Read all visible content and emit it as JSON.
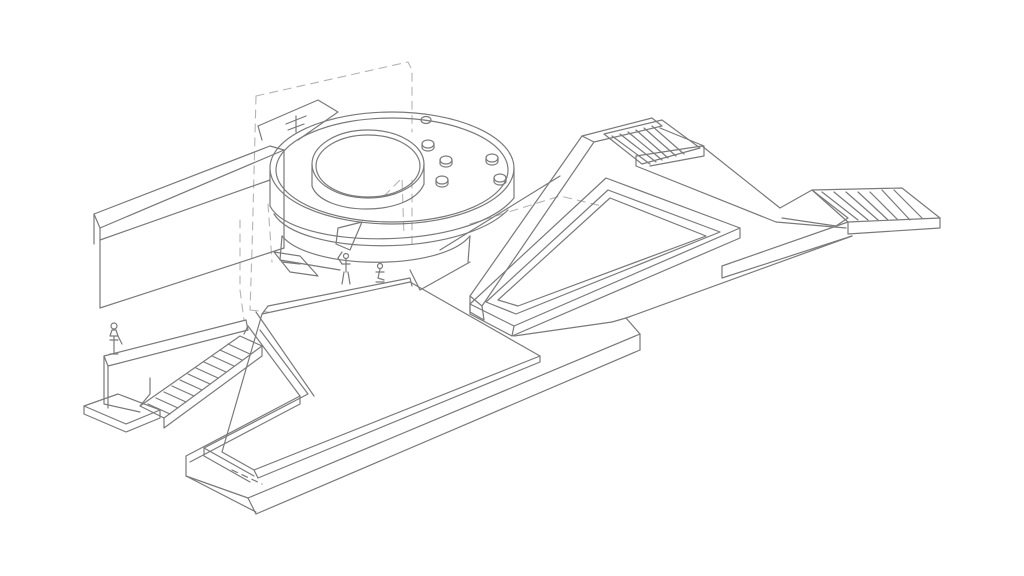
{
  "drawing": {
    "style": "isometric line drawing",
    "colors": {
      "background": "#ffffff",
      "line": "#7a7a7a",
      "line_light": "#a8a8a8",
      "dashed": "#b4b4b4"
    },
    "elements": [
      "circular-building",
      "skylight-domes",
      "ghost-frame",
      "west-wall",
      "northeast-walkway",
      "east-stair",
      "upper-stair",
      "triangular-pool",
      "south-plaza",
      "zigzag-ramp",
      "west-stair",
      "statue-on-pedestal",
      "human-figures"
    ]
  }
}
